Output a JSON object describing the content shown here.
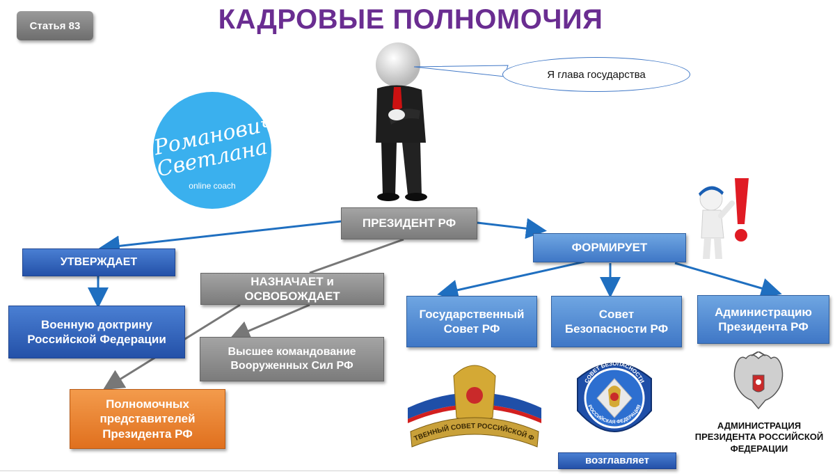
{
  "header": {
    "title": "КАДРОВЫЕ ПОЛНОМОЧИЯ",
    "article_badge": "Статья 83"
  },
  "speech_bubble": "Я глава государства",
  "logo": {
    "line1": "Романович",
    "line2": "Светлана",
    "line3": "online coach",
    "color": "#3ab0ee"
  },
  "nodes": {
    "president": "ПРЕЗИДЕНТ РФ",
    "approves": "УТВЕРЖДАЕТ",
    "military_doctrine": "Военную доктрину Российской Федерации",
    "appoints": "НАЗНАЧАЕТ и ОСВОБОЖДАЕТ",
    "high_command": "Высшее командование Вооруженных Сил РФ",
    "plenipotentiaries": "Полномочных представителей Президента РФ",
    "forms": "ФОРМИРУЕТ",
    "state_council": "Государственный Совет РФ",
    "security_council": "Совет Безопасности РФ",
    "administration": "Администрацию Президента РФ",
    "heads": "возглавляет"
  },
  "emblems": {
    "state_council": "ГОСУДАРСТВЕННЫЙ СОВЕТ РОССИЙСКОЙ ФЕДЕРАЦИИ",
    "security_top": "СОВЕТ БЕЗОПАСНОСТИ",
    "security_bottom": "РОССИЙСКАЯ ФЕДЕРАЦИЯ",
    "administration": "АДМИНИСТРАЦИЯ ПРЕЗИДЕНТА РОССИЙСКОЙ ФЕДЕРАЦИИ"
  },
  "colors": {
    "title": "#6a2d91",
    "blue_box": "#3f77c6",
    "gray_box": "#7b7b7b",
    "orange_box": "#e0701e",
    "arrow_blue": "#1f6fc0",
    "arrow_gray": "#777777"
  }
}
